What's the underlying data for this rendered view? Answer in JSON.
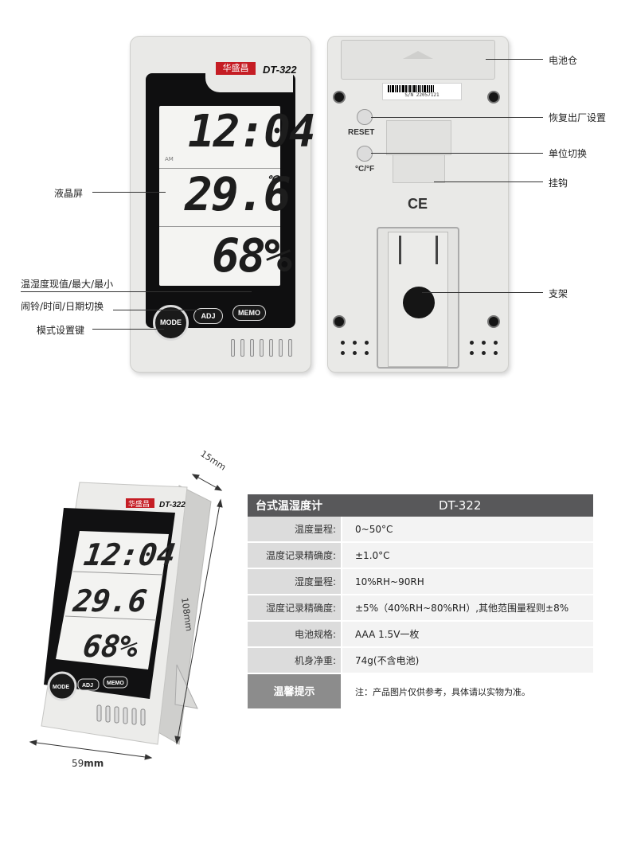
{
  "device": {
    "brand": "华盛昌",
    "model": "DT-322",
    "lcd": {
      "time": "12:04",
      "am": "AM",
      "temperature": "29.6",
      "temp_unit": "℃",
      "humidity": "68%"
    },
    "buttons": {
      "mode": "MODE",
      "adj": "ADJ",
      "memo": "MEMO"
    },
    "back": {
      "reset": "RESET",
      "unit": "°C/°F",
      "barcode": "S/N 22057121",
      "ce": "CE"
    }
  },
  "front_callouts": {
    "lcd": "液晶屏",
    "temp_humidity": "温湿度现值/最大/最小",
    "alarm_time_date": "闹铃/时间/日期切换",
    "mode_key": "模式设置键"
  },
  "back_callouts": {
    "battery": "电池仓",
    "reset": "恢复出厂设置",
    "unit_switch": "单位切换",
    "hook": "挂钩",
    "stand": "支架"
  },
  "dimensions": {
    "depth": "15mm",
    "height": "108mm",
    "width_num": "59",
    "width_unit": "mm"
  },
  "spec_table": {
    "title": "台式温湿度计",
    "model": "DT-322",
    "rows": [
      {
        "key": "温度量程:",
        "value": "0~50°C"
      },
      {
        "key": "温度记录精确度:",
        "value": "±1.0°C"
      },
      {
        "key": "湿度量程:",
        "value": "10%RH~90RH"
      },
      {
        "key": "湿度记录精确度:",
        "value": "±5%（40%RH~80%RH）,其他范围量程则±8%"
      },
      {
        "key": "电池规格:",
        "value": "AAA  1.5V一枚"
      },
      {
        "key": "机身净重:",
        "value": "74g(不含电池)"
      }
    ],
    "tip_key": "温馨提示",
    "tip_value": "注：产品图片仅供参考，具体请以实物为准。"
  },
  "colors": {
    "brand_red": "#c51d24",
    "table_header": "#58585a",
    "tip_key_bg": "#8c8c8c"
  }
}
